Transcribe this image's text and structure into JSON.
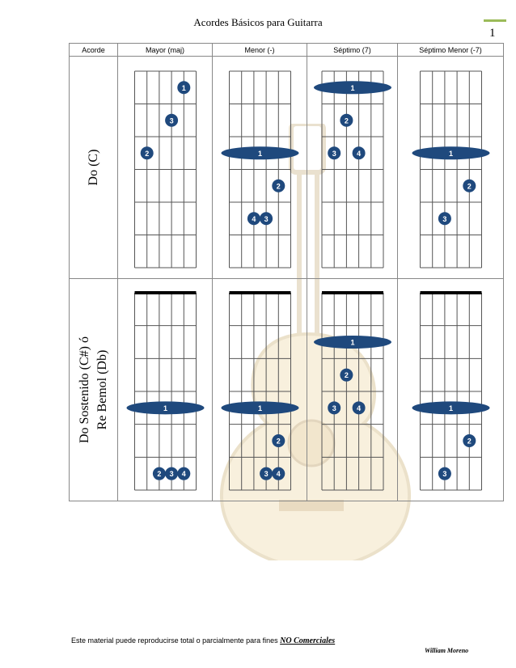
{
  "header": {
    "title": "Acordes Básicos para Guitarra",
    "page_number": "1"
  },
  "table": {
    "headers": [
      "Acorde",
      "Mayor (maj)",
      "Menor (-)",
      "Séptimo (7)",
      "Séptimo Menor (-7)"
    ],
    "rows": [
      {
        "label_lines": [
          "Do (C)"
        ],
        "chords": [
          {
            "nut": false,
            "dots": [
              {
                "s": 4,
                "f": 1,
                "n": "1"
              },
              {
                "s": 3,
                "f": 2,
                "n": "3"
              },
              {
                "s": 1,
                "f": 3,
                "n": "2"
              }
            ]
          },
          {
            "nut": false,
            "barre": {
              "f": 3,
              "n": "1"
            },
            "dots": [
              {
                "s": 4,
                "f": 4,
                "n": "2"
              },
              {
                "s": 2,
                "f": 5,
                "n": "4"
              },
              {
                "s": 3,
                "f": 5,
                "n": "3"
              }
            ]
          },
          {
            "nut": false,
            "barre": {
              "f": 1,
              "n": "1"
            },
            "dots": [
              {
                "s": 2,
                "f": 2,
                "n": "2"
              },
              {
                "s": 1,
                "f": 3,
                "n": "3"
              },
              {
                "s": 3,
                "f": 3,
                "n": "4"
              }
            ]
          },
          {
            "nut": false,
            "barre": {
              "f": 3,
              "n": "1"
            },
            "dots": [
              {
                "s": 4,
                "f": 4,
                "n": "2"
              },
              {
                "s": 2,
                "f": 5,
                "n": "3"
              }
            ]
          }
        ]
      },
      {
        "label_lines": [
          "Do Sostenido (C#) ó",
          "Re Bemol (Db)"
        ],
        "chords": [
          {
            "nut": true,
            "barre": {
              "f": 4,
              "n": "1"
            },
            "dots": [
              {
                "s": 2,
                "f": 6,
                "n": "2"
              },
              {
                "s": 3,
                "f": 6,
                "n": "3"
              },
              {
                "s": 4,
                "f": 6,
                "n": "4"
              }
            ]
          },
          {
            "nut": true,
            "barre": {
              "f": 4,
              "n": "1"
            },
            "dots": [
              {
                "s": 4,
                "f": 5,
                "n": "2"
              },
              {
                "s": 3,
                "f": 6,
                "n": "3"
              },
              {
                "s": 4,
                "f": 6,
                "n": "4"
              }
            ]
          },
          {
            "nut": true,
            "barre": {
              "f": 2,
              "n": "1"
            },
            "dots": [
              {
                "s": 2,
                "f": 3,
                "n": "2"
              },
              {
                "s": 1,
                "f": 4,
                "n": "3"
              },
              {
                "s": 3,
                "f": 4,
                "n": "4"
              }
            ]
          },
          {
            "nut": true,
            "barre": {
              "f": 4,
              "n": "1"
            },
            "dots": [
              {
                "s": 4,
                "f": 5,
                "n": "2"
              },
              {
                "s": 2,
                "f": 6,
                "n": "3"
              }
            ]
          }
        ]
      }
    ]
  },
  "footer": {
    "note": "Este material puede reproducirse total o parcialmente para fines ",
    "note_emphasis": "NO Comerciales",
    "author": "William Moreno"
  },
  "colors": {
    "dot": "#1f497d",
    "grid": "#555555",
    "accent": "#9bbb59"
  }
}
